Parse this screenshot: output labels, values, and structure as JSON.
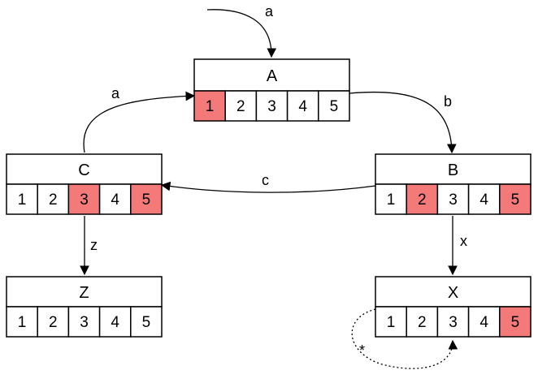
{
  "colors": {
    "highlight": "#f47a7a",
    "cell": "#ffffff",
    "stroke": "#000000"
  },
  "states": {
    "A": {
      "name": "A",
      "cells": [
        "1",
        "2",
        "3",
        "4",
        "5"
      ],
      "highlighted": [
        true,
        false,
        false,
        false,
        false
      ]
    },
    "B": {
      "name": "B",
      "cells": [
        "1",
        "2",
        "3",
        "4",
        "5"
      ],
      "highlighted": [
        false,
        true,
        false,
        false,
        true
      ]
    },
    "C": {
      "name": "C",
      "cells": [
        "1",
        "2",
        "3",
        "4",
        "5"
      ],
      "highlighted": [
        false,
        false,
        true,
        false,
        true
      ]
    },
    "Z": {
      "name": "Z",
      "cells": [
        "1",
        "2",
        "3",
        "4",
        "5"
      ],
      "highlighted": [
        false,
        false,
        false,
        false,
        false
      ]
    },
    "X": {
      "name": "X",
      "cells": [
        "1",
        "2",
        "3",
        "4",
        "5"
      ],
      "highlighted": [
        false,
        false,
        false,
        false,
        true
      ]
    }
  },
  "edges": {
    "start": {
      "label": "a"
    },
    "a_to_b": {
      "label": "b"
    },
    "b_to_c": {
      "label": "c"
    },
    "c_to_a": {
      "label": "a"
    },
    "c_to_z": {
      "label": "z"
    },
    "b_to_x": {
      "label": "x"
    },
    "x_loop": {
      "label": "*"
    }
  }
}
